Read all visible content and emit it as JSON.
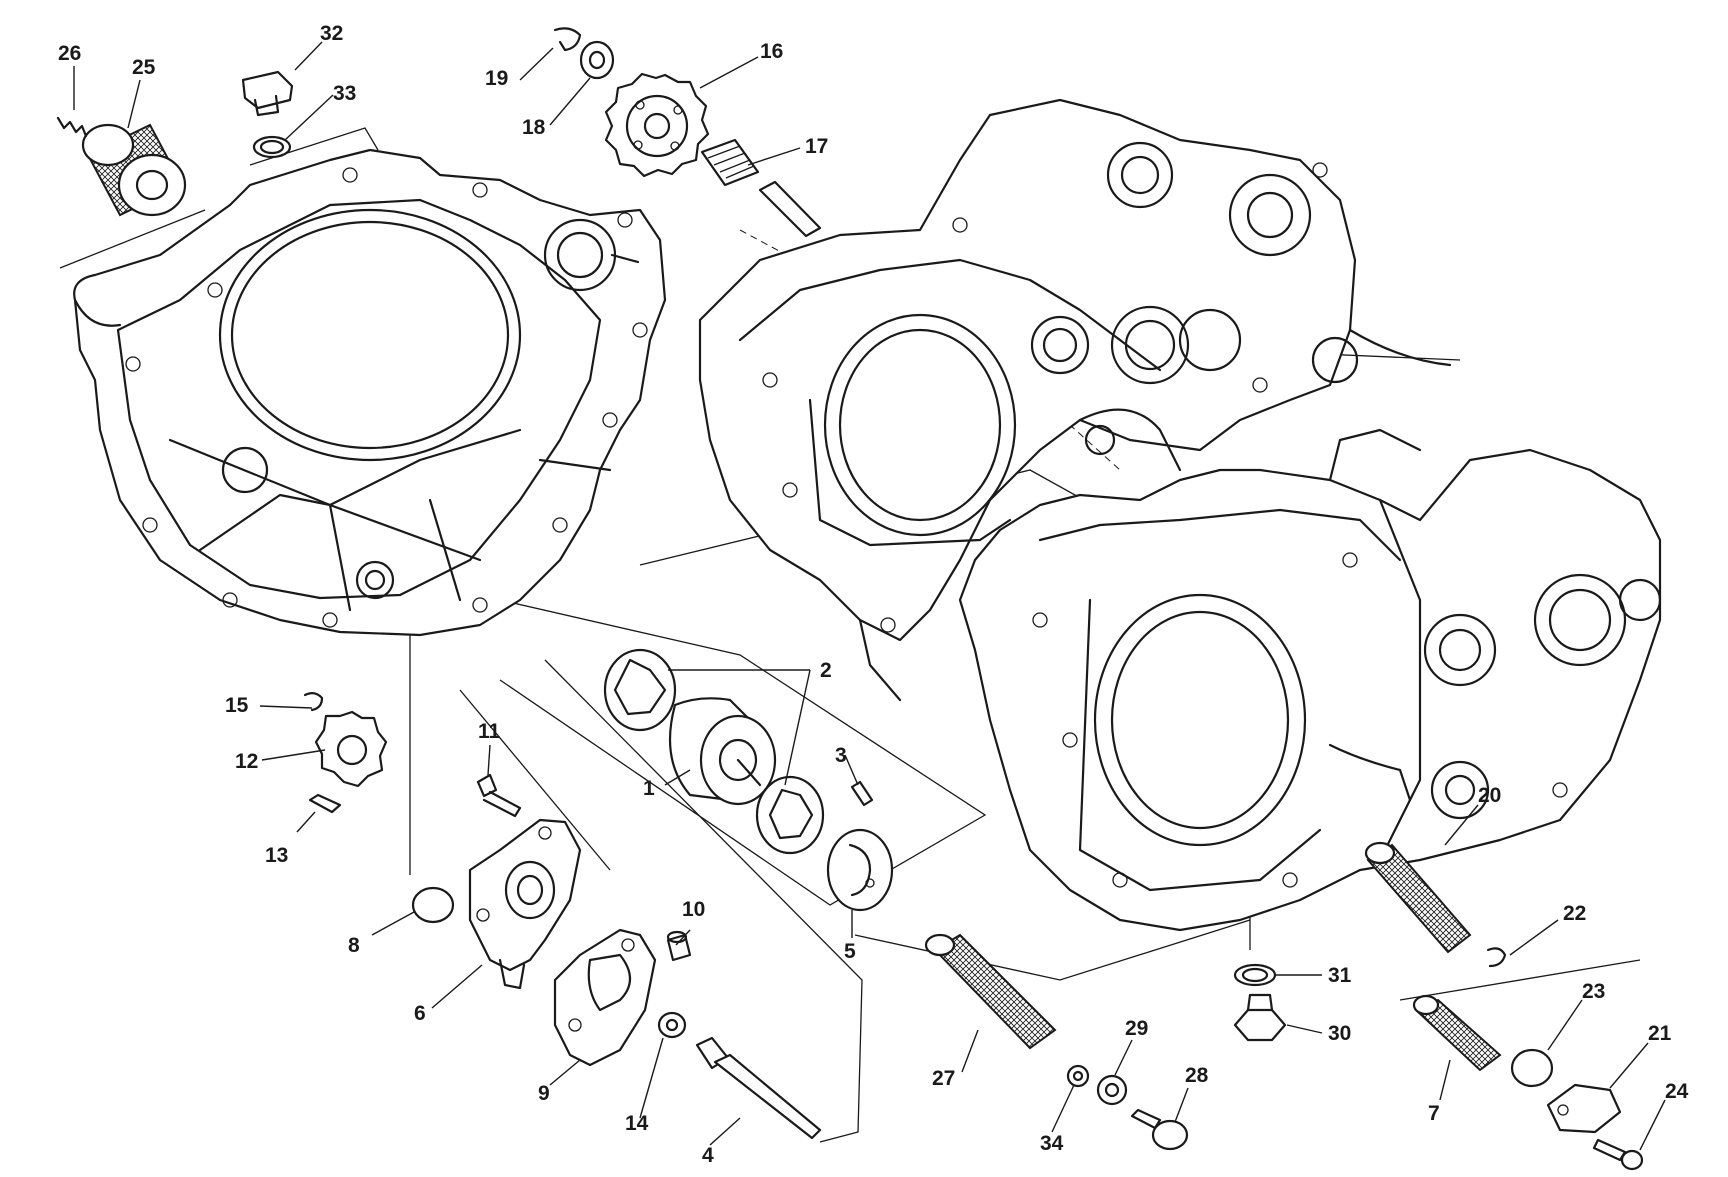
{
  "callouts": [
    "1",
    "2",
    "3",
    "4",
    "5",
    "6",
    "7",
    "8",
    "9",
    "10",
    "11",
    "12",
    "13",
    "14",
    "15",
    "16",
    "17",
    "18",
    "19",
    "20",
    "21",
    "22",
    "23",
    "24",
    "25",
    "26",
    "27",
    "28",
    "29",
    "30",
    "31",
    "32",
    "33",
    "34"
  ],
  "colors": {
    "line": "#1a1a1a",
    "background": "#ffffff"
  }
}
